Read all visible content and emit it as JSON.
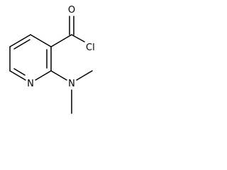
{
  "atoms": {
    "oxygen": "O",
    "chlorine": "Cl",
    "nitrogen_ring": "N",
    "nitrogen_amine": "N"
  }
}
